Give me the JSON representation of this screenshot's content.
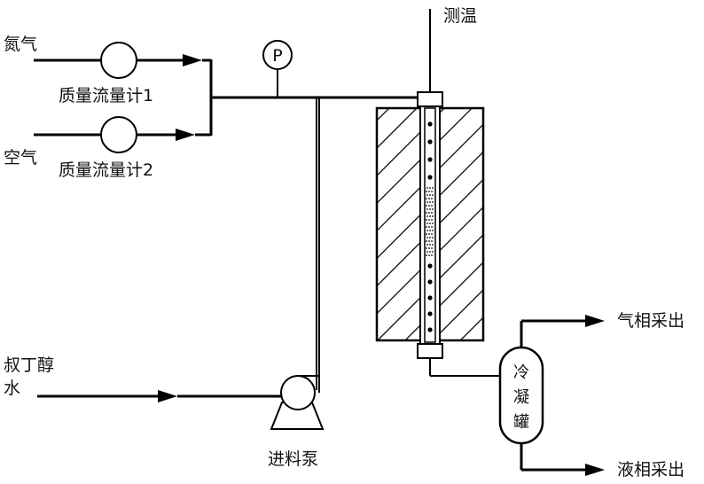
{
  "labels": {
    "nitrogen": "氮气",
    "air": "空气",
    "mfc1": "质量流量计1",
    "mfc2": "质量流量计2",
    "pressure_gauge": "P",
    "temp_measure": "测温",
    "feed_liquid_line1": "叔丁醇",
    "feed_liquid_line2": "水",
    "feed_pump": "进料泵",
    "condenser_chars": [
      "冷",
      "凝",
      "罐"
    ],
    "gas_outlet": "气相采出",
    "liquid_outlet": "液相采出"
  },
  "colors": {
    "line": "#000000",
    "background": "#ffffff"
  }
}
